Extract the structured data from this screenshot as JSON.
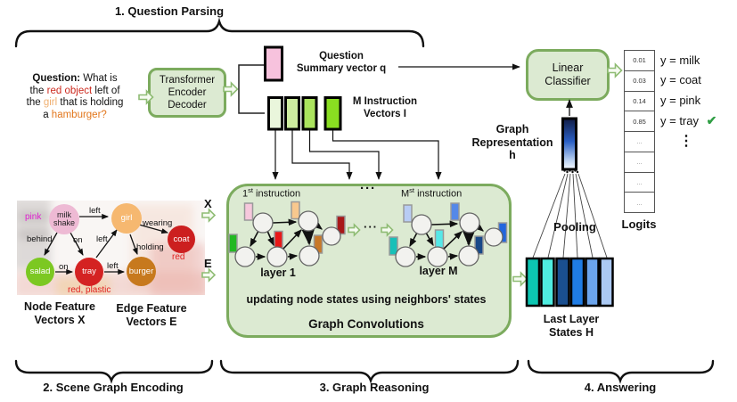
{
  "sections": {
    "parsing": "1. Question Parsing",
    "encoding": "2. Scene Graph Encoding",
    "reasoning": "3. Graph Reasoning",
    "answering": "4. Answering"
  },
  "question": {
    "bold": "Question:",
    "l1": "What is",
    "l2a": "the",
    "l2b": "red object",
    "l2c": "left of",
    "l3a": "the",
    "l3b": "girl",
    "l3c": "that is holding",
    "l4a": "a",
    "l4b": "hamburger?",
    "red_color": "#cc2a1e",
    "girl_color": "#f0b070",
    "burger_color": "#e2761b"
  },
  "encoder": {
    "l1": "Transformer",
    "l2": "Encoder",
    "l3": "Decoder"
  },
  "summary_vector": {
    "l1": "Question",
    "l2": "Summary vector q",
    "color": "#f7c2dd"
  },
  "instruction_vectors": {
    "l1": "M Instruction",
    "l2": "Vectors I",
    "colors": [
      "#eaf6dc",
      "#cdec9f",
      "#abe35e",
      "#8ade21"
    ]
  },
  "conv_box": {
    "inst1": "1",
    "inst1_sup": "st",
    "inst1_rest": " instruction",
    "dots": "···",
    "instM": "M",
    "instM_sup": "st",
    "instM_rest": " instruction",
    "mid_dots": "···",
    "layer1": "layer 1",
    "layerM": "layer M",
    "caption": "updating node states using neighbors' states",
    "title": "Graph Convolutions",
    "layer1_bar_colors": [
      "#f6c8dc",
      "#f8c88e",
      "#a81818",
      "#22b822",
      "#e81818",
      "#c87828"
    ],
    "layerM_bar_colors": [
      "#b8ccf4",
      "#5588e8",
      "#2266dd",
      "#18c0b8",
      "#55e8e8",
      "#184888"
    ]
  },
  "scene": {
    "x_arrow": "X",
    "e_arrow": "E",
    "caption_nodes_l1": "Node Feature",
    "caption_nodes_l2": "Vectors X",
    "caption_edges_l1": "Edge Feature",
    "caption_edges_l2": "Vectors E",
    "nodes": [
      {
        "label": "milk shake",
        "color": "#eebad4"
      },
      {
        "label": "girl",
        "color": "#f6b870"
      },
      {
        "label": "coat",
        "color": "#cc1f1f"
      },
      {
        "label": "salad",
        "color": "#7cc822"
      },
      {
        "label": "tray",
        "color": "#d42222"
      },
      {
        "label": "burger",
        "color": "#c7791d"
      }
    ],
    "attributes": [
      {
        "text": "pink",
        "color": "#e020d0"
      },
      {
        "text": "red",
        "color": "#e02020"
      },
      {
        "text": "red, plastic",
        "color": "#e02020"
      }
    ],
    "edges": [
      "left",
      "wearing",
      "behind",
      "on",
      "left",
      "holding",
      "on",
      "left"
    ]
  },
  "classifier": {
    "l1": "Linear",
    "l2": "Classifier"
  },
  "logits": {
    "cells": [
      "0.01",
      "0.03",
      "0.14",
      "0.85",
      "...",
      "...",
      "...",
      "..."
    ],
    "label": "Logits"
  },
  "answers": {
    "items": [
      "y = milk",
      "y = coat",
      "y = pink",
      "y = tray"
    ],
    "check": "✔",
    "check_color": "#2f9e44",
    "vdots": "⋮"
  },
  "graph_representation": {
    "l1": "Graph",
    "l2": "Representation",
    "l3": "h",
    "gradient_top": "#101c45",
    "gradient_mid": "#2a5fc4",
    "gradient_low": "#b9d0f0",
    "gradient_bottom": "#f8fbff"
  },
  "pooling": {
    "label": "Pooling"
  },
  "last_layer": {
    "l1": "Last Layer",
    "l2": "States H",
    "colors": [
      "#0cc6b2",
      "#4fece0",
      "#1a4f90",
      "#1f7ce4",
      "#6ba4ec",
      "#abc9f3"
    ]
  },
  "colors": {
    "box_fill": "#dcead2",
    "box_border": "#7cab5e",
    "accent_green": "#8fbc74"
  }
}
